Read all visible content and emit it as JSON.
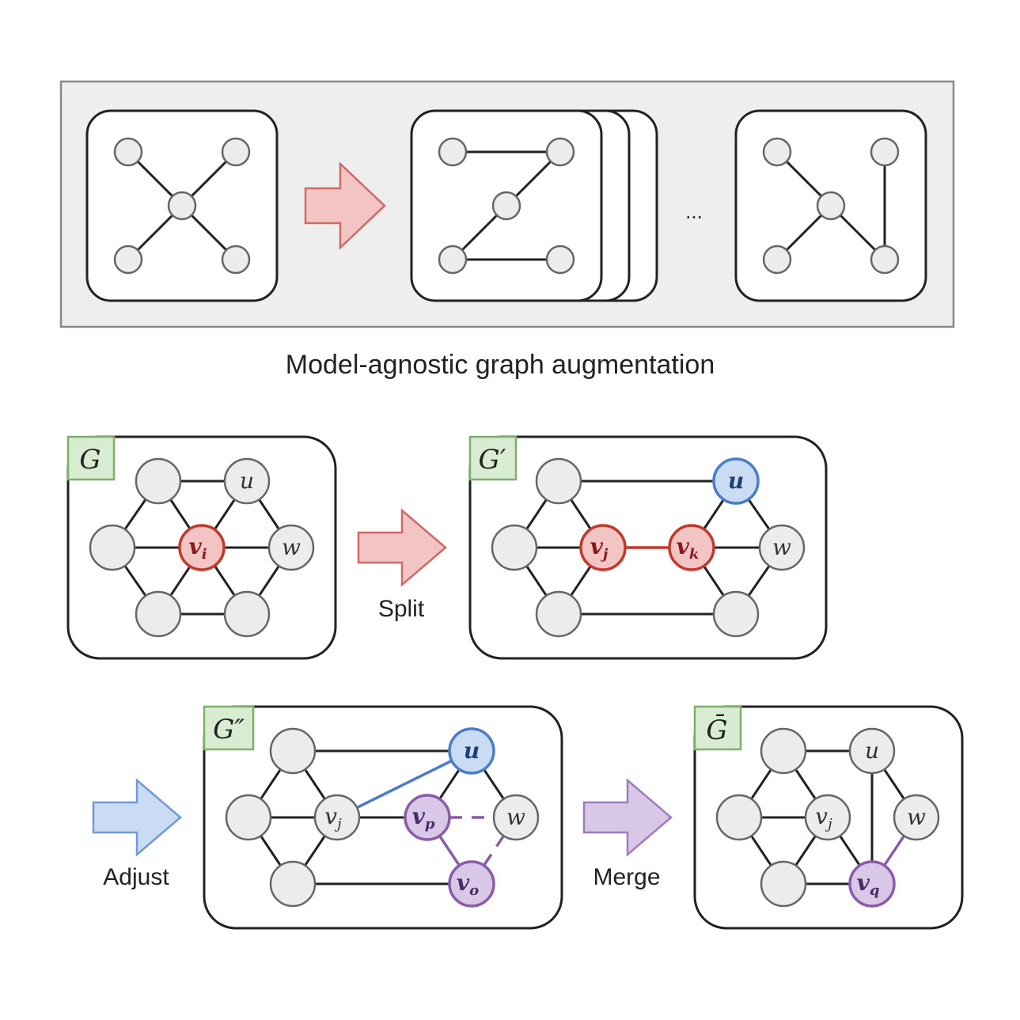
{
  "top_panel": {
    "caption": "Model-agnostic graph augmentation",
    "ellipsis": "..."
  },
  "panels": {
    "G": "G",
    "G_prime": "G′",
    "G_double_prime": "G″",
    "G_bar": "Ḡ"
  },
  "nodes": {
    "u": "u",
    "w": "w",
    "vi": "v",
    "vi_sub": "i",
    "vj": "v",
    "vj_sub": "j",
    "vk": "v",
    "vk_sub": "k",
    "vp": "v",
    "vp_sub": "p",
    "vo": "v",
    "vo_sub": "o",
    "vq": "v",
    "vq_sub": "q"
  },
  "operations": {
    "split": "Split",
    "adjust": "Adjust",
    "merge": "Merge"
  },
  "colors": {
    "node_fill": "#ececec",
    "node_stroke": "#666666",
    "red_fill": "#f2c4c4",
    "red_stroke": "#c0392b",
    "blue_fill": "#c9dcf3",
    "blue_stroke": "#4a7cc7",
    "purple_fill": "#d9c7e8",
    "purple_stroke": "#8a5ca8",
    "label_fill": "#d8ecd2",
    "label_stroke": "#7fb069",
    "top_bg": "#eeeeee"
  }
}
